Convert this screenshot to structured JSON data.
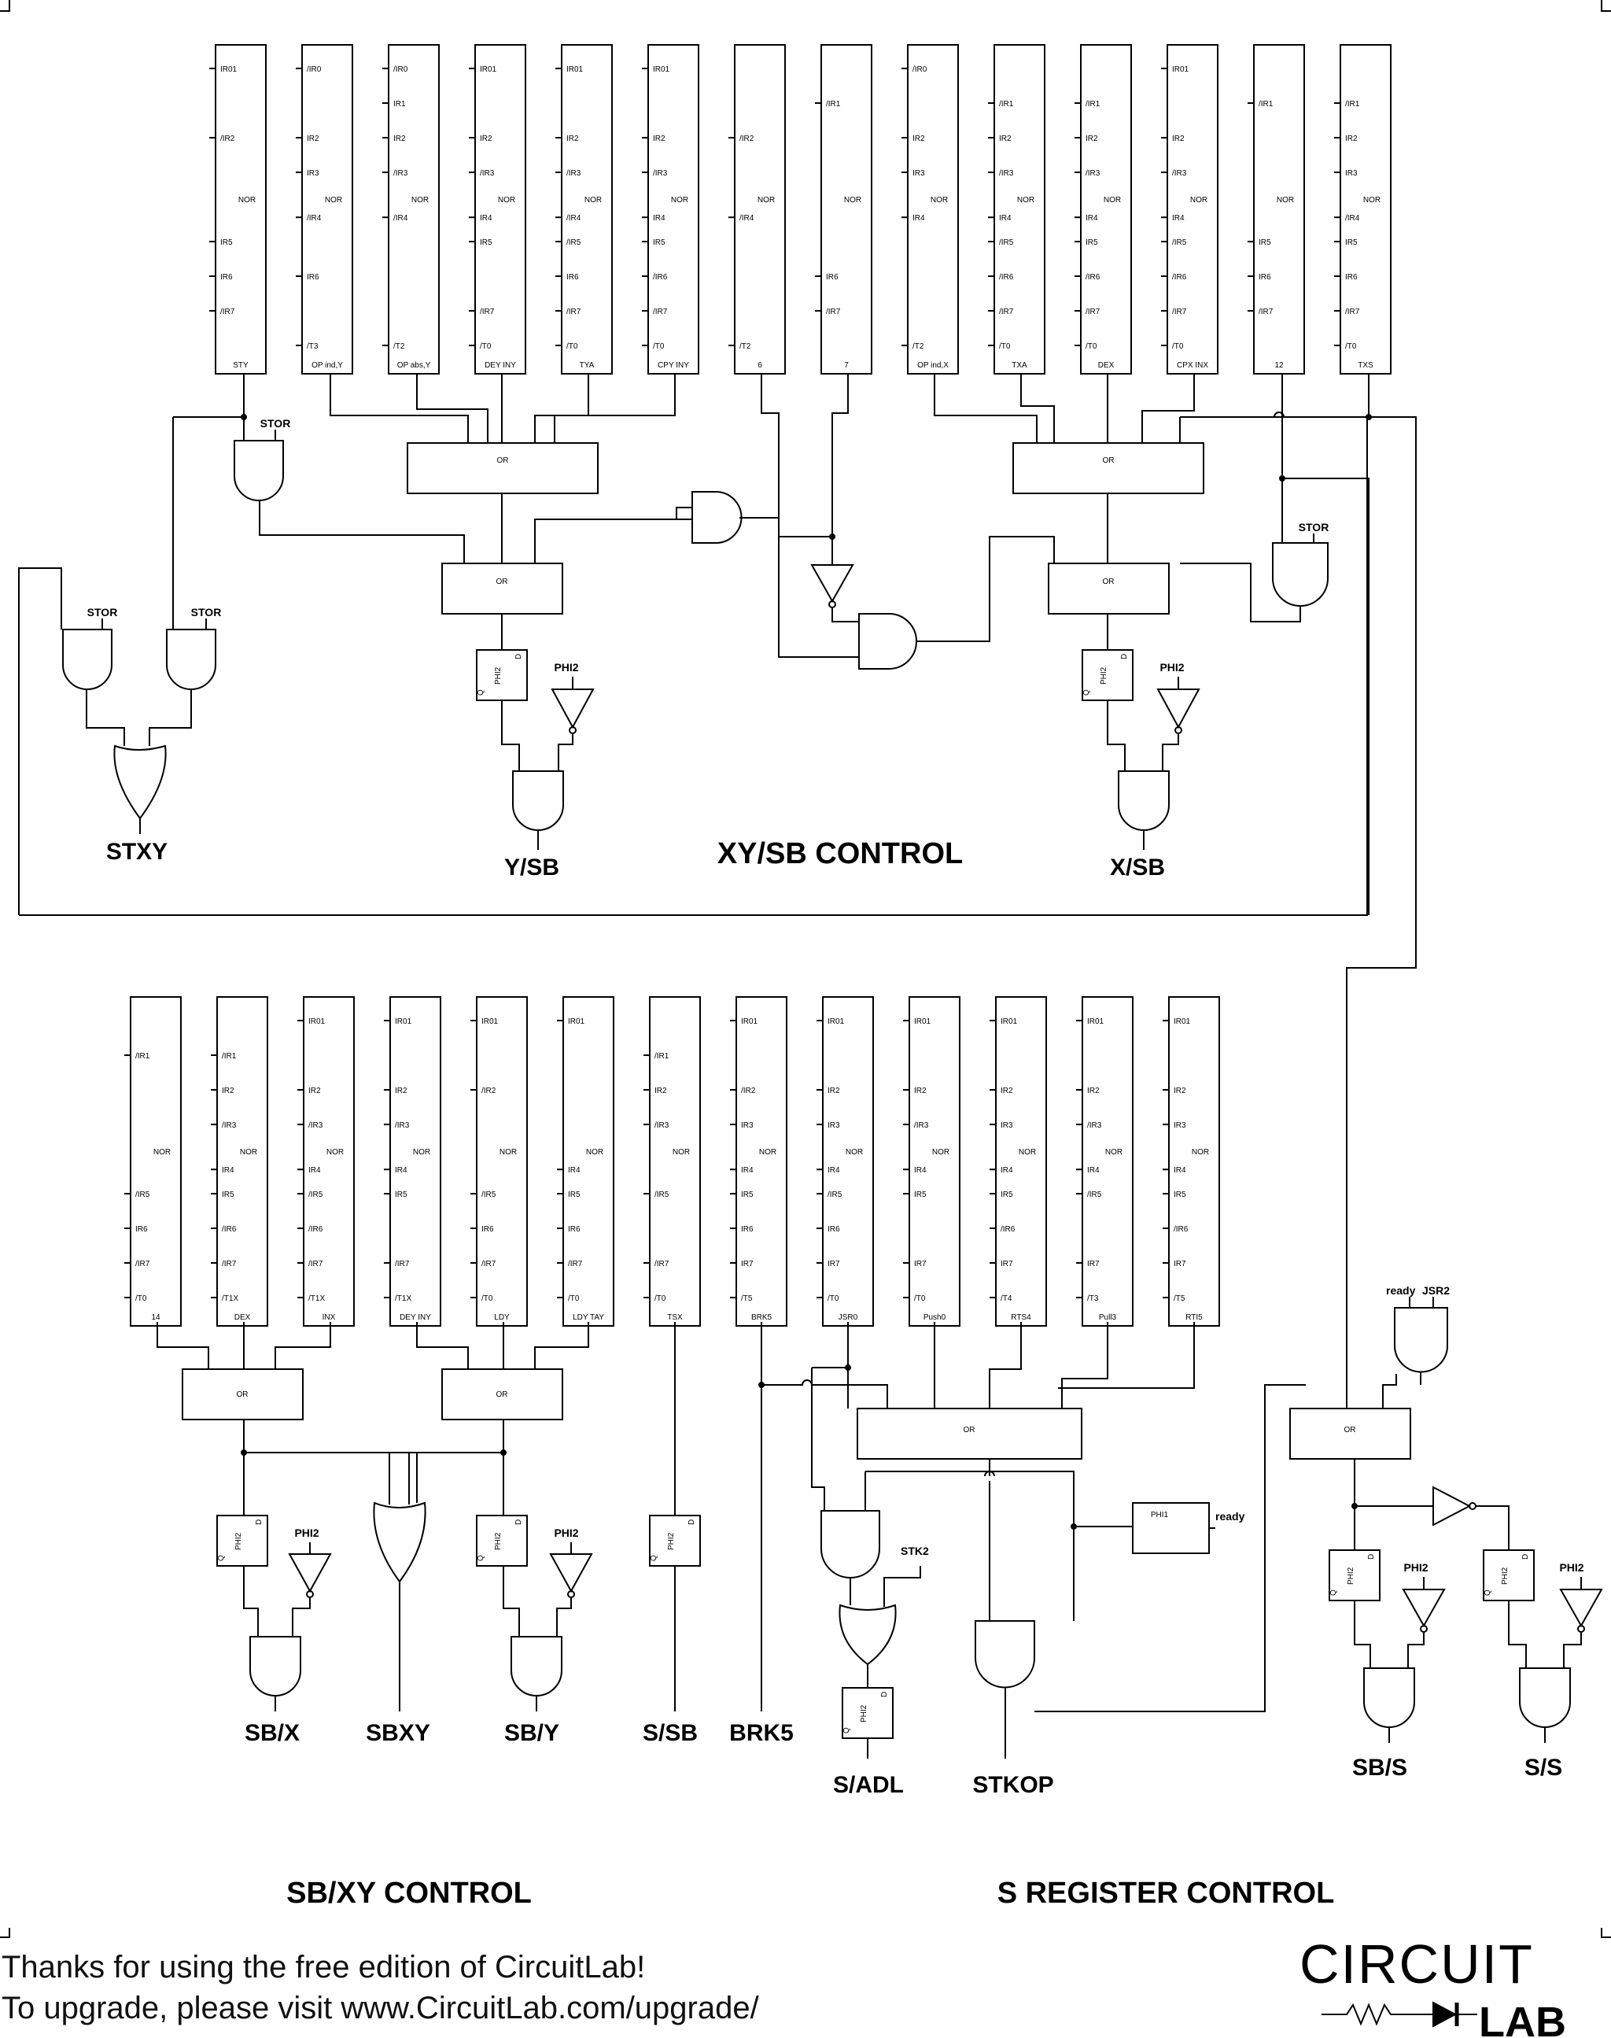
{
  "xy_sb": {
    "title": "XY/SB CONTROL",
    "nor_blocks": [
      {
        "label": "STY",
        "pins": [
          "IR01",
          "/IR2",
          "IR5",
          "IR6",
          "/IR7"
        ]
      },
      {
        "label": "OP ind,Y",
        "pins": [
          "/IR0",
          "IR2",
          "IR3",
          "/IR4",
          "IR6",
          "/T3"
        ]
      },
      {
        "label": "OP abs,Y",
        "pins": [
          "/IR0",
          "IR1",
          "IR2",
          "/IR3",
          "/IR4",
          "/T2"
        ]
      },
      {
        "label": "DEY INY",
        "pins": [
          "IR01",
          "IR2",
          "/IR3",
          "IR4",
          "IR5",
          "/IR7",
          "/T0"
        ]
      },
      {
        "label": "TYA",
        "pins": [
          "IR01",
          "IR2",
          "/IR3",
          "/IR4",
          "/IR5",
          "IR6",
          "/IR7",
          "/T0"
        ]
      },
      {
        "label": "CPY INY",
        "pins": [
          "IR01",
          "IR2",
          "/IR3",
          "IR4",
          "IR5",
          "/IR6",
          "/IR7",
          "/T0"
        ]
      },
      {
        "label": "6",
        "pins": [
          "/IR2",
          "/IR4",
          "/T2"
        ]
      },
      {
        "label": "7",
        "pins": [
          "/IR1",
          "IR6",
          "/IR7"
        ]
      },
      {
        "label": "OP ind,X",
        "pins": [
          "/IR0",
          "IR2",
          "IR3",
          "IR4",
          "/T2"
        ]
      },
      {
        "label": "TXA",
        "pins": [
          "/IR1",
          "IR2",
          "/IR3",
          "IR4",
          "/IR5",
          "/IR6",
          "/IR7",
          "/T0"
        ]
      },
      {
        "label": "DEX",
        "pins": [
          "/IR1",
          "IR2",
          "/IR3",
          "IR4",
          "IR5",
          "/IR6",
          "/IR7",
          "/T0"
        ]
      },
      {
        "label": "CPX INX",
        "pins": [
          "IR01",
          "IR2",
          "/IR3",
          "IR4",
          "/IR5",
          "/IR6",
          "/IR7",
          "/T0"
        ]
      },
      {
        "label": "12",
        "pins": [
          "/IR1",
          "IR5",
          "IR6",
          "/IR7"
        ]
      },
      {
        "label": "TXS",
        "pins": [
          "/IR1",
          "IR2",
          "IR3",
          "/IR4",
          "IR5",
          "IR6",
          "/IR7",
          "/T0"
        ]
      }
    ],
    "or_left_top": "OR",
    "or_left_bot": "OR",
    "or_right_top": "OR",
    "or_right_bot": "OR",
    "stor_labels": [
      "STOR",
      "STOR",
      "STOR",
      "STOR"
    ],
    "phi2_labels": [
      "PHI2",
      "PHI2"
    ],
    "outputs": {
      "stxy": "STXY",
      "ysb": "Y/SB",
      "xsb": "X/SB"
    }
  },
  "sb_xy": {
    "title": "SB/XY CONTROL",
    "nor_blocks": [
      {
        "label": "14",
        "pins": [
          "/IR1",
          "/IR5",
          "IR6",
          "/IR7",
          "/T0"
        ]
      },
      {
        "label": "DEX",
        "pins": [
          "/IR1",
          "IR2",
          "/IR3",
          "IR4",
          "IR5",
          "/IR6",
          "/IR7",
          "/T1X"
        ]
      },
      {
        "label": "INX",
        "pins": [
          "IR01",
          "IR2",
          "/IR3",
          "IR4",
          "/IR5",
          "/IR6",
          "/IR7",
          "/T1X"
        ]
      },
      {
        "label": "DEY INY",
        "pins": [
          "IR01",
          "IR2",
          "/IR3",
          "IR4",
          "IR5",
          "/IR7",
          "/T1X"
        ]
      },
      {
        "label": "LDY",
        "pins": [
          "IR01",
          "/IR2",
          "/IR5",
          "IR6",
          "/IR7",
          "/T0"
        ]
      },
      {
        "label": "LDY TAY",
        "pins": [
          "IR01",
          "IR4",
          "IR5",
          "IR6",
          "/IR7",
          "/T0"
        ]
      },
      {
        "label": "TSX",
        "pins": [
          "/IR1",
          "IR2",
          "/IR3",
          "/IR5",
          "/IR7",
          "/T0"
        ]
      },
      {
        "label": "BRK5",
        "pins": [
          "IR01",
          "/IR2",
          "IR3",
          "IR4",
          "IR5",
          "IR6",
          "IR7",
          "/T5"
        ]
      },
      {
        "label": "JSR0",
        "pins": [
          "IR01",
          "IR2",
          "IR3",
          "IR4",
          "/IR5",
          "IR6",
          "IR7",
          "/T0"
        ]
      },
      {
        "label": "Push0",
        "pins": [
          "IR01",
          "IR2",
          "/IR3",
          "IR4",
          "IR5",
          "IR7",
          "/T0"
        ]
      },
      {
        "label": "RTS4",
        "pins": [
          "IR01",
          "IR2",
          "IR3",
          "IR4",
          "IR5",
          "/IR6",
          "IR7",
          "/T4"
        ]
      },
      {
        "label": "Pull3",
        "pins": [
          "IR01",
          "IR2",
          "/IR3",
          "IR4",
          "/IR5",
          "IR7",
          "/T3"
        ]
      },
      {
        "label": "RTI5",
        "pins": [
          "IR01",
          "IR2",
          "IR3",
          "IR4",
          "IR5",
          "/IR6",
          "IR7",
          "/T5"
        ]
      }
    ],
    "or_a": "OR",
    "or_b": "OR",
    "or_c": "OR",
    "or_d": "OR",
    "phi2_labels": [
      "PHI2",
      "PHI2",
      "PHI2",
      "PHI2"
    ],
    "phi1_label": "PHI1",
    "ready": "ready",
    "ready_jsr2": [
      "ready",
      "JSR2"
    ],
    "stk2": "STK2",
    "outputs": {
      "sbx": "SB/X",
      "sbxy": "SBXY",
      "sby": "SB/Y",
      "ssb": "S/SB",
      "brk5": "BRK5",
      "sadl": "S/ADL",
      "stkop": "STKOP",
      "sbs": "SB/S",
      "ss": "S/S"
    }
  },
  "s_reg": {
    "title": "S REGISTER CONTROL"
  },
  "common": {
    "nor": "NOR",
    "latch_q": "Q",
    "latch_d": "D",
    "latch_phi2": "PHI2"
  },
  "footer": {
    "line1": "Thanks for using the free edition of CircuitLab!",
    "line2": "To upgrade, please visit www.CircuitLab.com/upgrade/",
    "logo_top": "CIRCUIT",
    "logo_bottom": "LAB"
  }
}
